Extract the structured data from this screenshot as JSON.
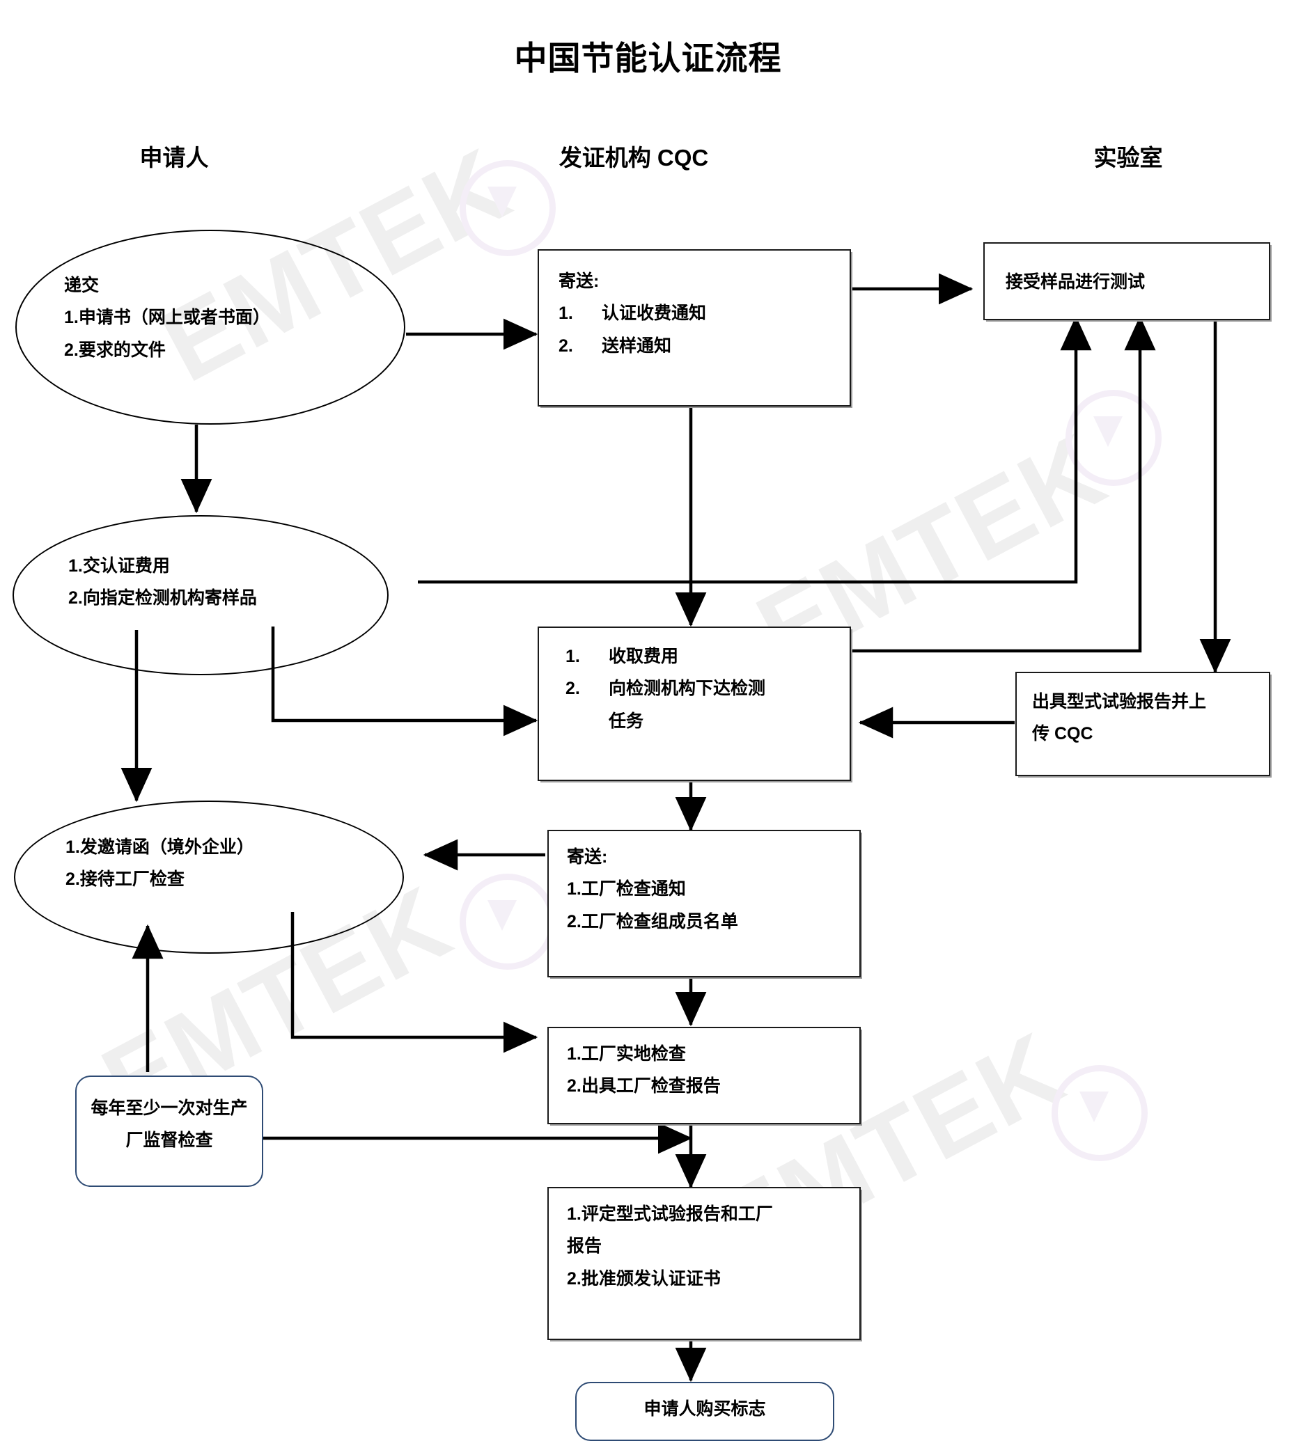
{
  "page": {
    "title": "中国节能认证流程",
    "watermark_text": "EMTEK",
    "accent_color": "#2e4b74",
    "line_color": "#000000",
    "watermark_color": "#efefef"
  },
  "columns": [
    {
      "id": "applicant",
      "label": "申请人"
    },
    {
      "id": "cqc",
      "label": "发证机构 CQC"
    },
    {
      "id": "lab",
      "label": "实验室"
    }
  ],
  "nodes": {
    "submit_application": {
      "shape": "ellipse",
      "column": "applicant",
      "lines": [
        "递交",
        "1.申请书（网上或者书面）",
        "2.要求的文件"
      ]
    },
    "cqc_send_notices": {
      "shape": "rect",
      "column": "cqc",
      "header": "寄送:",
      "items": [
        {
          "num": "1.",
          "text": "认证收费通知"
        },
        {
          "num": "2.",
          "text": "送样通知"
        }
      ]
    },
    "lab_receive_sample": {
      "shape": "rect",
      "column": "lab",
      "lines": [
        "接受样品进行测试"
      ]
    },
    "pay_and_send_sample": {
      "shape": "ellipse",
      "column": "applicant",
      "lines": [
        "1.交认证费用",
        "2.向指定检测机构寄样品"
      ]
    },
    "cqc_collect_fee": {
      "shape": "rect",
      "column": "cqc",
      "items": [
        {
          "num": "1.",
          "text": "收取费用"
        },
        {
          "num": "2.",
          "text": "向检测机构下达检测"
        },
        {
          "num": "",
          "text": "任务"
        }
      ]
    },
    "lab_issue_report": {
      "shape": "rect",
      "column": "lab",
      "lines": [
        "出具型式试验报告并上",
        "传 CQC"
      ]
    },
    "invite_and_host": {
      "shape": "ellipse",
      "column": "applicant",
      "lines": [
        "1.发邀请函（境外企业）",
        "2.接待工厂检查"
      ]
    },
    "cqc_send_inspection": {
      "shape": "rect",
      "column": "cqc",
      "header": "寄送:",
      "lines": [
        "1.工厂检查通知",
        "2.工厂检查组成员名单"
      ]
    },
    "factory_inspection": {
      "shape": "rect",
      "column": "cqc",
      "lines": [
        "1.工厂实地检查",
        "2.出具工厂检查报告"
      ]
    },
    "annual_supervision": {
      "shape": "rounded",
      "column": "applicant",
      "lines": [
        "每年至少一次对生产",
        "厂监督检查"
      ]
    },
    "evaluate_and_approve": {
      "shape": "rect",
      "column": "cqc",
      "lines": [
        "1.评定型式试验报告和工厂",
        "报告",
        "2.批准颁发认证证书"
      ]
    },
    "buy_mark": {
      "shape": "rounded",
      "column": "cqc",
      "lines": [
        "申请人购买标志"
      ]
    }
  },
  "edges": [
    {
      "from": "submit_application",
      "to": "cqc_send_notices"
    },
    {
      "from": "submit_application",
      "to": "pay_and_send_sample"
    },
    {
      "from": "cqc_send_notices",
      "to": "lab_receive_sample"
    },
    {
      "from": "cqc_send_notices",
      "to": "cqc_collect_fee"
    },
    {
      "from": "pay_and_send_sample",
      "to": "lab_receive_sample"
    },
    {
      "from": "pay_and_send_sample",
      "to": "cqc_collect_fee"
    },
    {
      "from": "pay_and_send_sample",
      "to": "invite_and_host"
    },
    {
      "from": "cqc_collect_fee",
      "to": "lab_receive_sample"
    },
    {
      "from": "lab_receive_sample",
      "to": "lab_issue_report"
    },
    {
      "from": "lab_issue_report",
      "to": "cqc_collect_fee"
    },
    {
      "from": "cqc_collect_fee",
      "to": "cqc_send_inspection"
    },
    {
      "from": "cqc_send_inspection",
      "to": "invite_and_host"
    },
    {
      "from": "cqc_send_inspection",
      "to": "factory_inspection"
    },
    {
      "from": "invite_and_host",
      "to": "factory_inspection"
    },
    {
      "from": "annual_supervision",
      "to": "invite_and_host"
    },
    {
      "from": "annual_supervision",
      "to": "factory_inspection"
    },
    {
      "from": "factory_inspection",
      "to": "evaluate_and_approve"
    },
    {
      "from": "evaluate_and_approve",
      "to": "buy_mark"
    }
  ]
}
